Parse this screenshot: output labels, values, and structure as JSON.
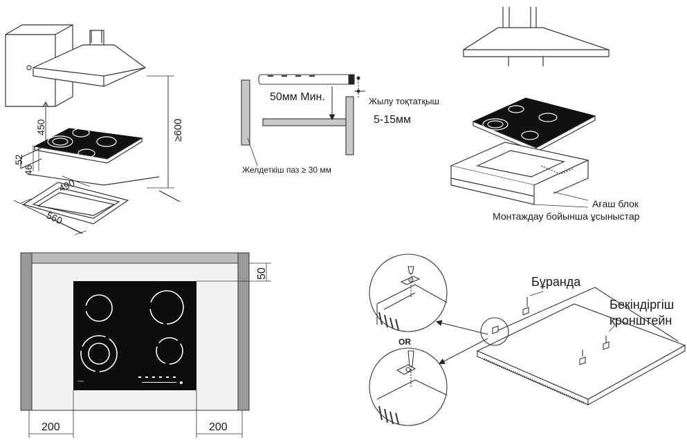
{
  "panel_tl": {
    "dim_height": "≥600",
    "dim_450": "450",
    "dim_52": "52",
    "dim_46": "46",
    "dim_490": "490",
    "dim_560": "560"
  },
  "panel_tm": {
    "min_gap": "50мм Мин.",
    "heat_stop": "Жылу тоқтатқыш",
    "range": "5-15мм",
    "vent_slot": "Желдеткіш паз ≥ 30 мм"
  },
  "panel_tr": {
    "wood_block": "Ағаш блок",
    "install_tips": "Монтаждау бойынша ұсыныстар"
  },
  "panel_bl": {
    "dim_top": "50",
    "dim_left": "200",
    "dim_right": "200",
    "brand": "Haier"
  },
  "panel_br": {
    "screw": "Бұранда",
    "bracket_line1": "Бекіндіргіш",
    "bracket_line2": "кронштейн",
    "or": "OR"
  }
}
